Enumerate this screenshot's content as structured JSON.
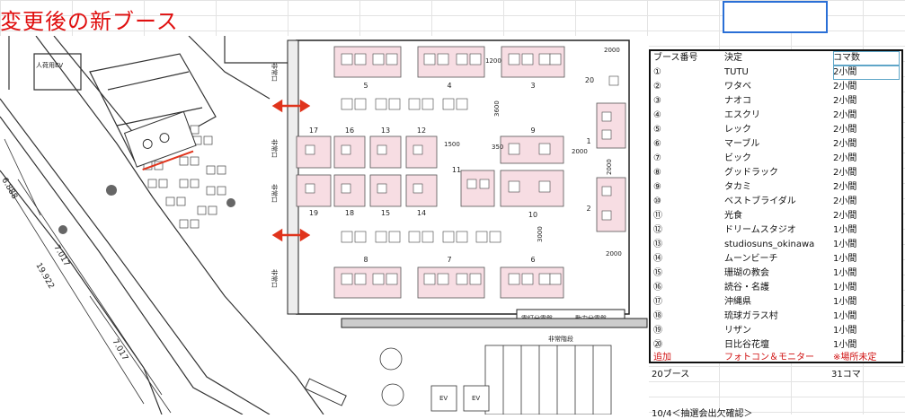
{
  "sheet": {
    "title": "変更後の新ブース",
    "table": {
      "headers": [
        "ブース番号",
        "決定",
        "コマ数"
      ],
      "rows": [
        [
          "①",
          "TUTU",
          "2小間"
        ],
        [
          "②",
          "ワタベ",
          "2小間"
        ],
        [
          "③",
          "ナオコ",
          "2小間"
        ],
        [
          "④",
          "エスクリ",
          "2小間"
        ],
        [
          "⑤",
          "レック",
          "2小間"
        ],
        [
          "⑥",
          "マーブル",
          "2小間"
        ],
        [
          "⑦",
          "ビック",
          "2小間"
        ],
        [
          "⑧",
          "グッドラック",
          "2小間"
        ],
        [
          "⑨",
          "タカミ",
          "2小間"
        ],
        [
          "⑩",
          "ベストブライダル",
          "2小間"
        ],
        [
          "⑪",
          "光食",
          "2小間"
        ],
        [
          "⑫",
          "ドリームスタジオ",
          "1小間"
        ],
        [
          "⑬",
          "studiosuns_okinawa",
          "1小間"
        ],
        [
          "⑭",
          "ムーンビーチ",
          "1小間"
        ],
        [
          "⑮",
          "珊瑚の教会",
          "1小間"
        ],
        [
          "⑯",
          "読谷・名護",
          "1小間"
        ],
        [
          "⑰",
          "沖縄県",
          "1小間"
        ],
        [
          "⑱",
          "琉球ガラス村",
          "1小間"
        ],
        [
          "⑲",
          "リザン",
          "1小間"
        ],
        [
          "⑳",
          "日比谷花壇",
          "1小間"
        ]
      ],
      "extra_row": [
        "追加",
        "フォトコン＆モニター",
        "※場所未定"
      ],
      "total_label": "20ブース",
      "total_value": "31コマ",
      "footer_text": "10/4＜抽選会出欠確認＞"
    },
    "plan": {
      "booth_numbers": [
        "1",
        "2",
        "3",
        "4",
        "5",
        "6",
        "7",
        "8",
        "9",
        "10",
        "11",
        "12",
        "13",
        "14",
        "15",
        "16",
        "17",
        "18",
        "19",
        "20"
      ],
      "dimensions": [
        "2000",
        "1200",
        "3600",
        "1500",
        "350",
        "2000",
        "2000",
        "3000",
        "2000",
        "6.888",
        "7.017",
        "19.922",
        "7.017"
      ],
      "labels": {
        "elevator_hall": "人荷用EV",
        "emergency_exit": "非常口",
        "electric_board": "電灯分電盤",
        "power_board": "動力分電盤",
        "emergency_stairs": "非常階段",
        "ev": "EV"
      }
    }
  }
}
